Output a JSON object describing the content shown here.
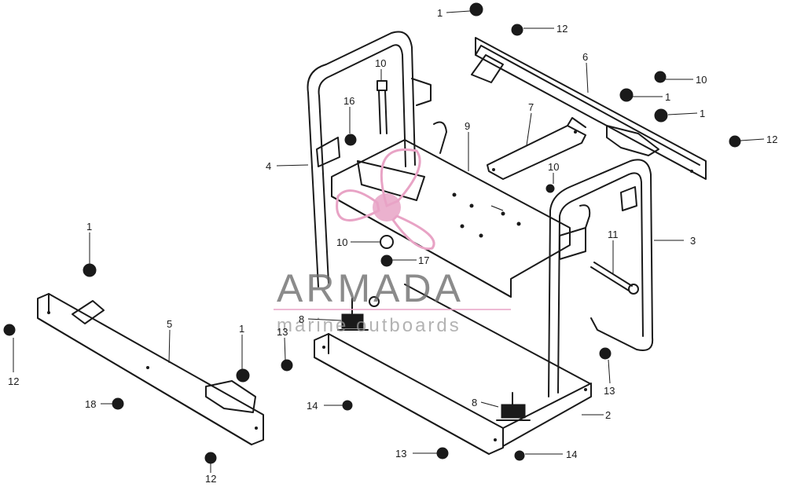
{
  "watermark": {
    "brand": "ARMADA",
    "tagline": "marine outboards",
    "logo_color": "#e8a3c5",
    "text_color": "#6a6a6a"
  },
  "callouts": [
    "1",
    "1",
    "1",
    "1",
    "1",
    "2",
    "3",
    "4",
    "5",
    "6",
    "7",
    "8",
    "8",
    "9",
    "10",
    "10",
    "10",
    "11",
    "12",
    "12",
    "12",
    "12",
    "13",
    "13",
    "13",
    "14",
    "14",
    "16",
    "17",
    "18"
  ]
}
